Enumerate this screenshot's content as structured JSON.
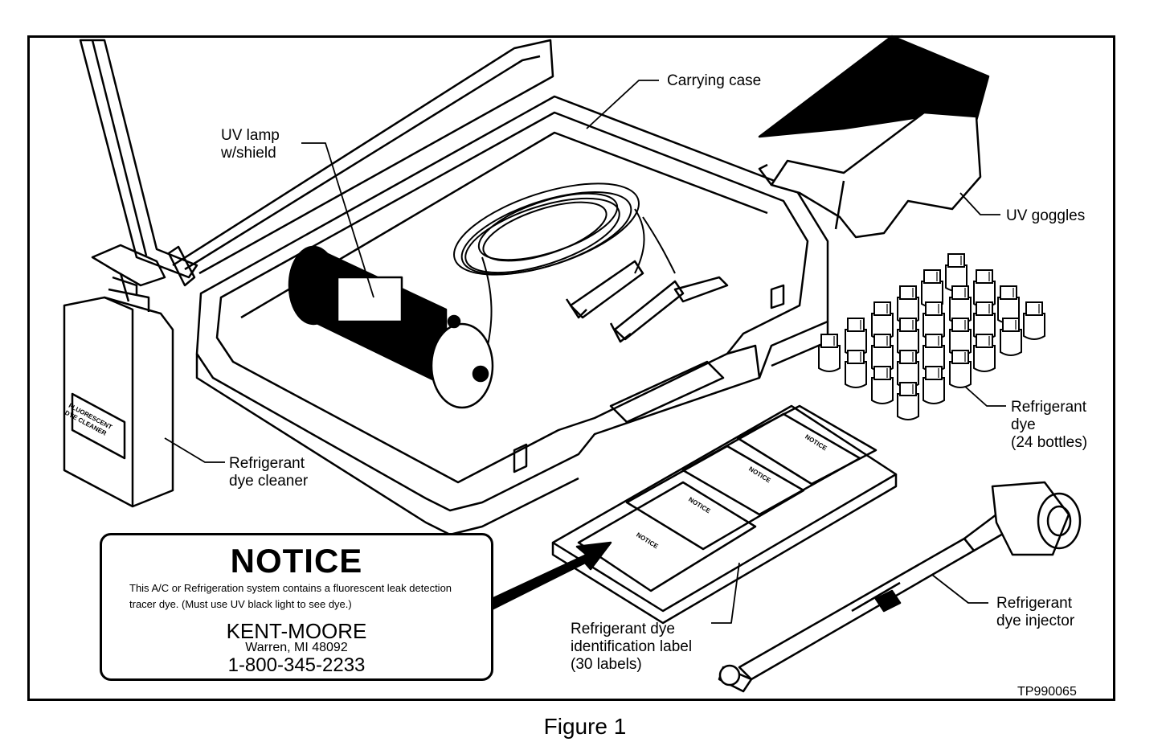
{
  "labels": {
    "carrying_case": "Carrying case",
    "uv_lamp": "UV lamp\nw/shield",
    "uv_goggles": "UV goggles",
    "dye_cleaner": "Refrigerant\ndye cleaner",
    "dye_bottles": "Refrigerant\ndye\n(24 bottles)",
    "id_label": "Refrigerant dye\nidentification label\n(30 labels)",
    "dye_injector": "Refrigerant\ndye injector",
    "bottle_text": "FLUORESCENT\nDYE CLEANER",
    "doc_number": "TP990065"
  },
  "notice": {
    "title": "NOTICE",
    "body": "This A/C or Refrigeration system contains a fluorescent leak detection tracer dye. (Must use UV black light to see dye.)",
    "brand": "KENT-MOORE",
    "address": "Warren, MI 48092",
    "phone": "1-800-345-2233"
  },
  "mini_notice_title": "NOTICE",
  "caption": "Figure 1"
}
